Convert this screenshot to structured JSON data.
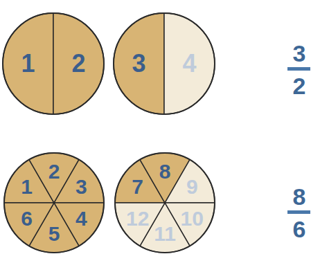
{
  "diagram": {
    "nodes": [
      {
        "text": [
          "1",
          "2"
        ]
      },
      {
        "text": [
          "3",
          "4"
        ]
      },
      {
        "text": [
          "1",
          "2",
          "3",
          "4",
          "5",
          "6"
        ]
      },
      {
        "text": [
          "7",
          "8",
          "9",
          "10",
          "11",
          "12"
        ]
      }
    ],
    "labels": [
      "3",
      "2",
      "8",
      "6"
    ]
  }
}
